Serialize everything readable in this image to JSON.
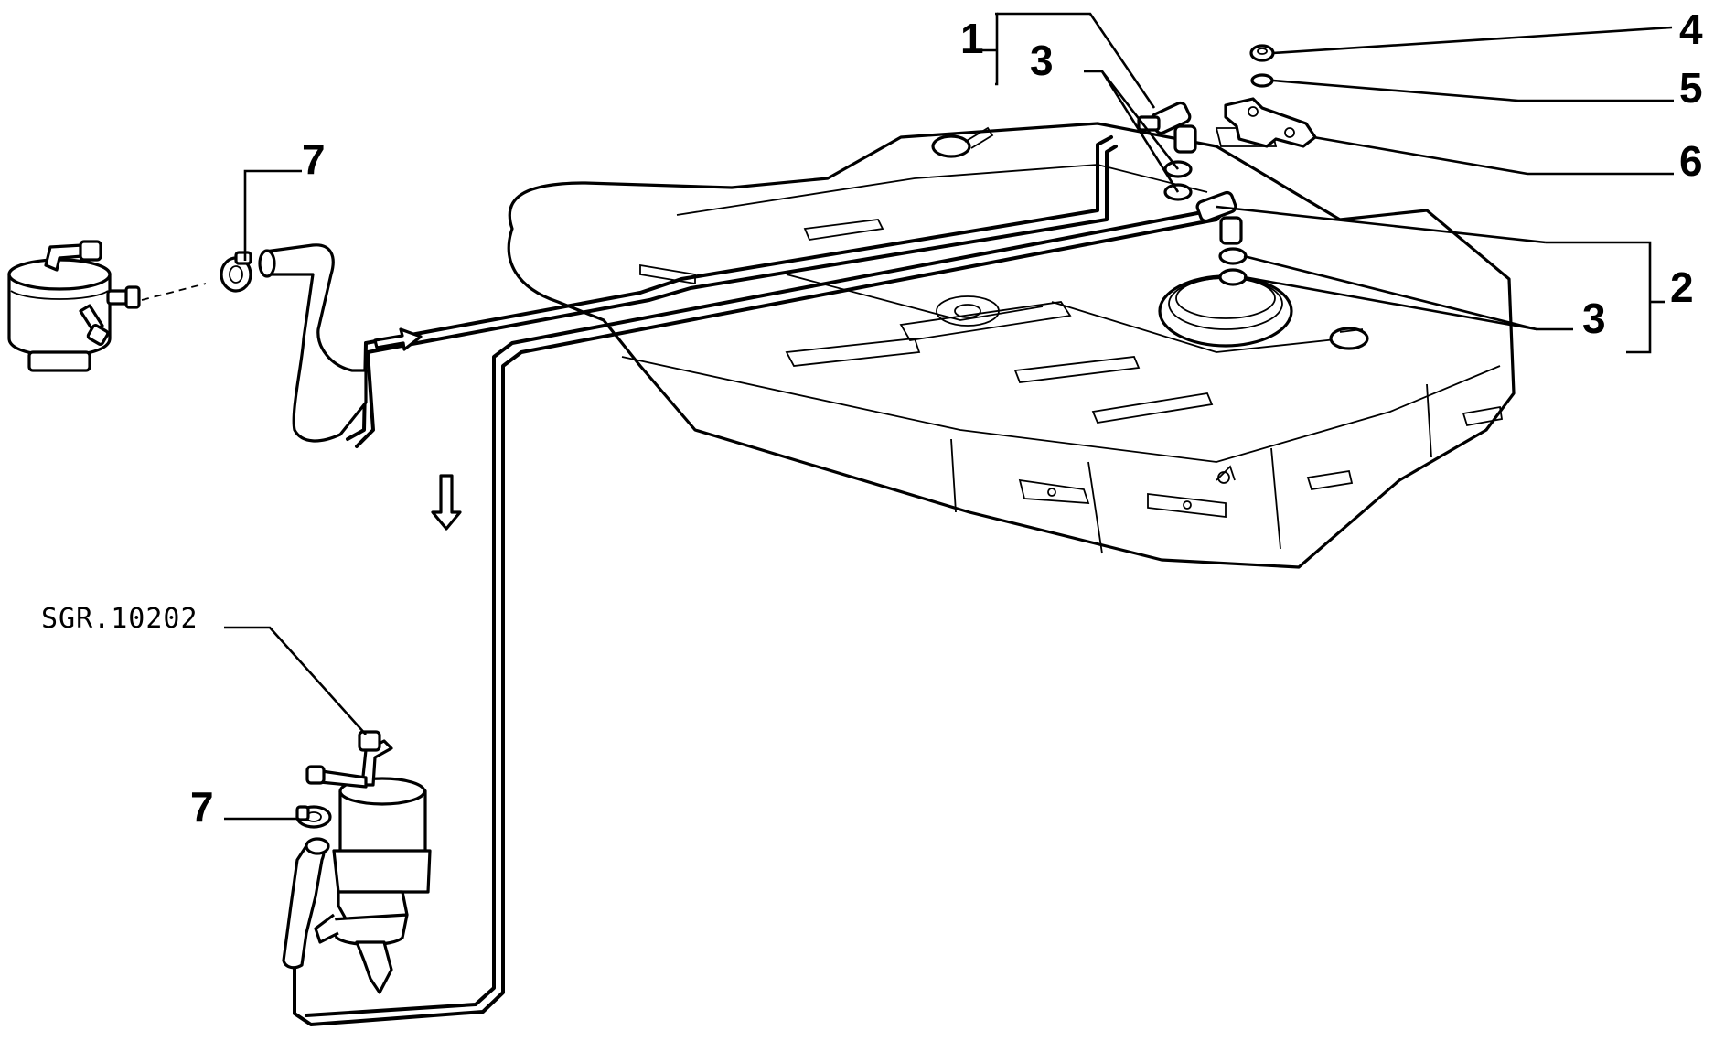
{
  "callouts": {
    "c1": "1",
    "c2": "2",
    "c3a": "3",
    "c3b": "3",
    "c4": "4",
    "c5": "5",
    "c6": "6",
    "c7a": "7",
    "c7b": "7"
  },
  "reference": "SGR.10202",
  "colors": {
    "line": "#000000",
    "background": "#ffffff"
  }
}
